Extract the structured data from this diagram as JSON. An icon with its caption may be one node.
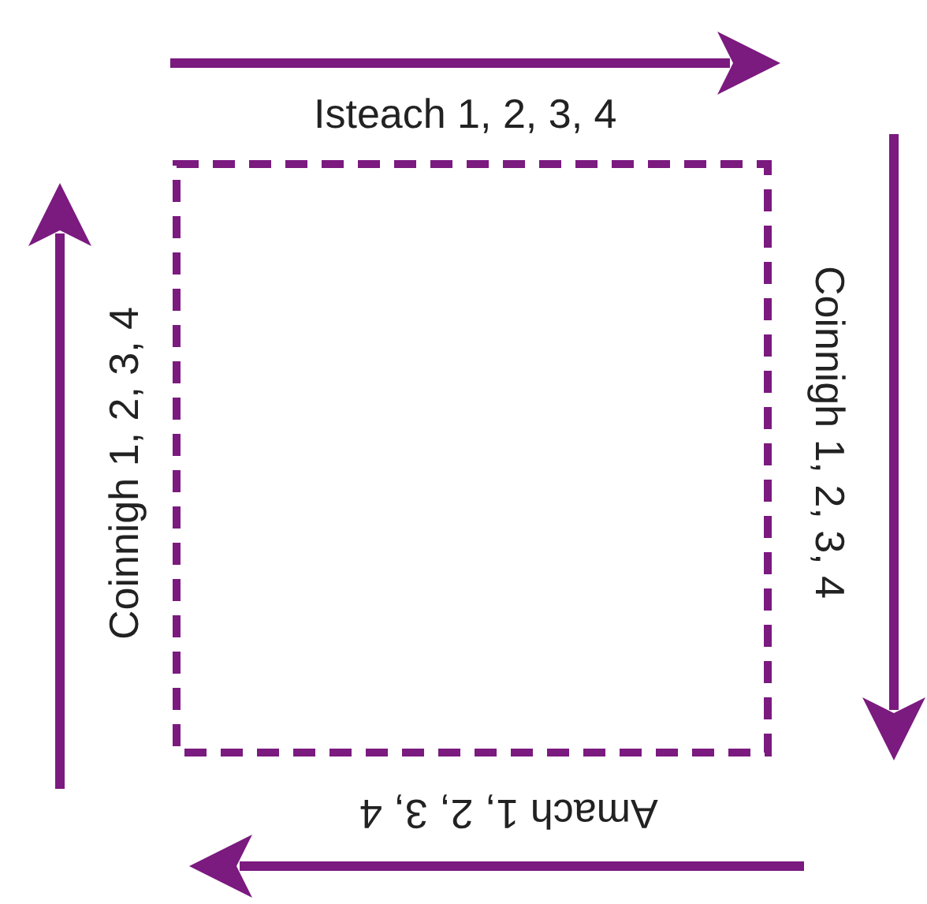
{
  "diagram": {
    "nodes": [
      {
        "text": [],
        "shape": "box"
      }
    ],
    "labels": [
      "Isteach 1, 2, 3, 4",
      "Coinnigh 1, 2, 3, 4",
      "Amach 1, 2, 3, 4",
      "Coinnigh 1, 2, 3, 4"
    ]
  }
}
